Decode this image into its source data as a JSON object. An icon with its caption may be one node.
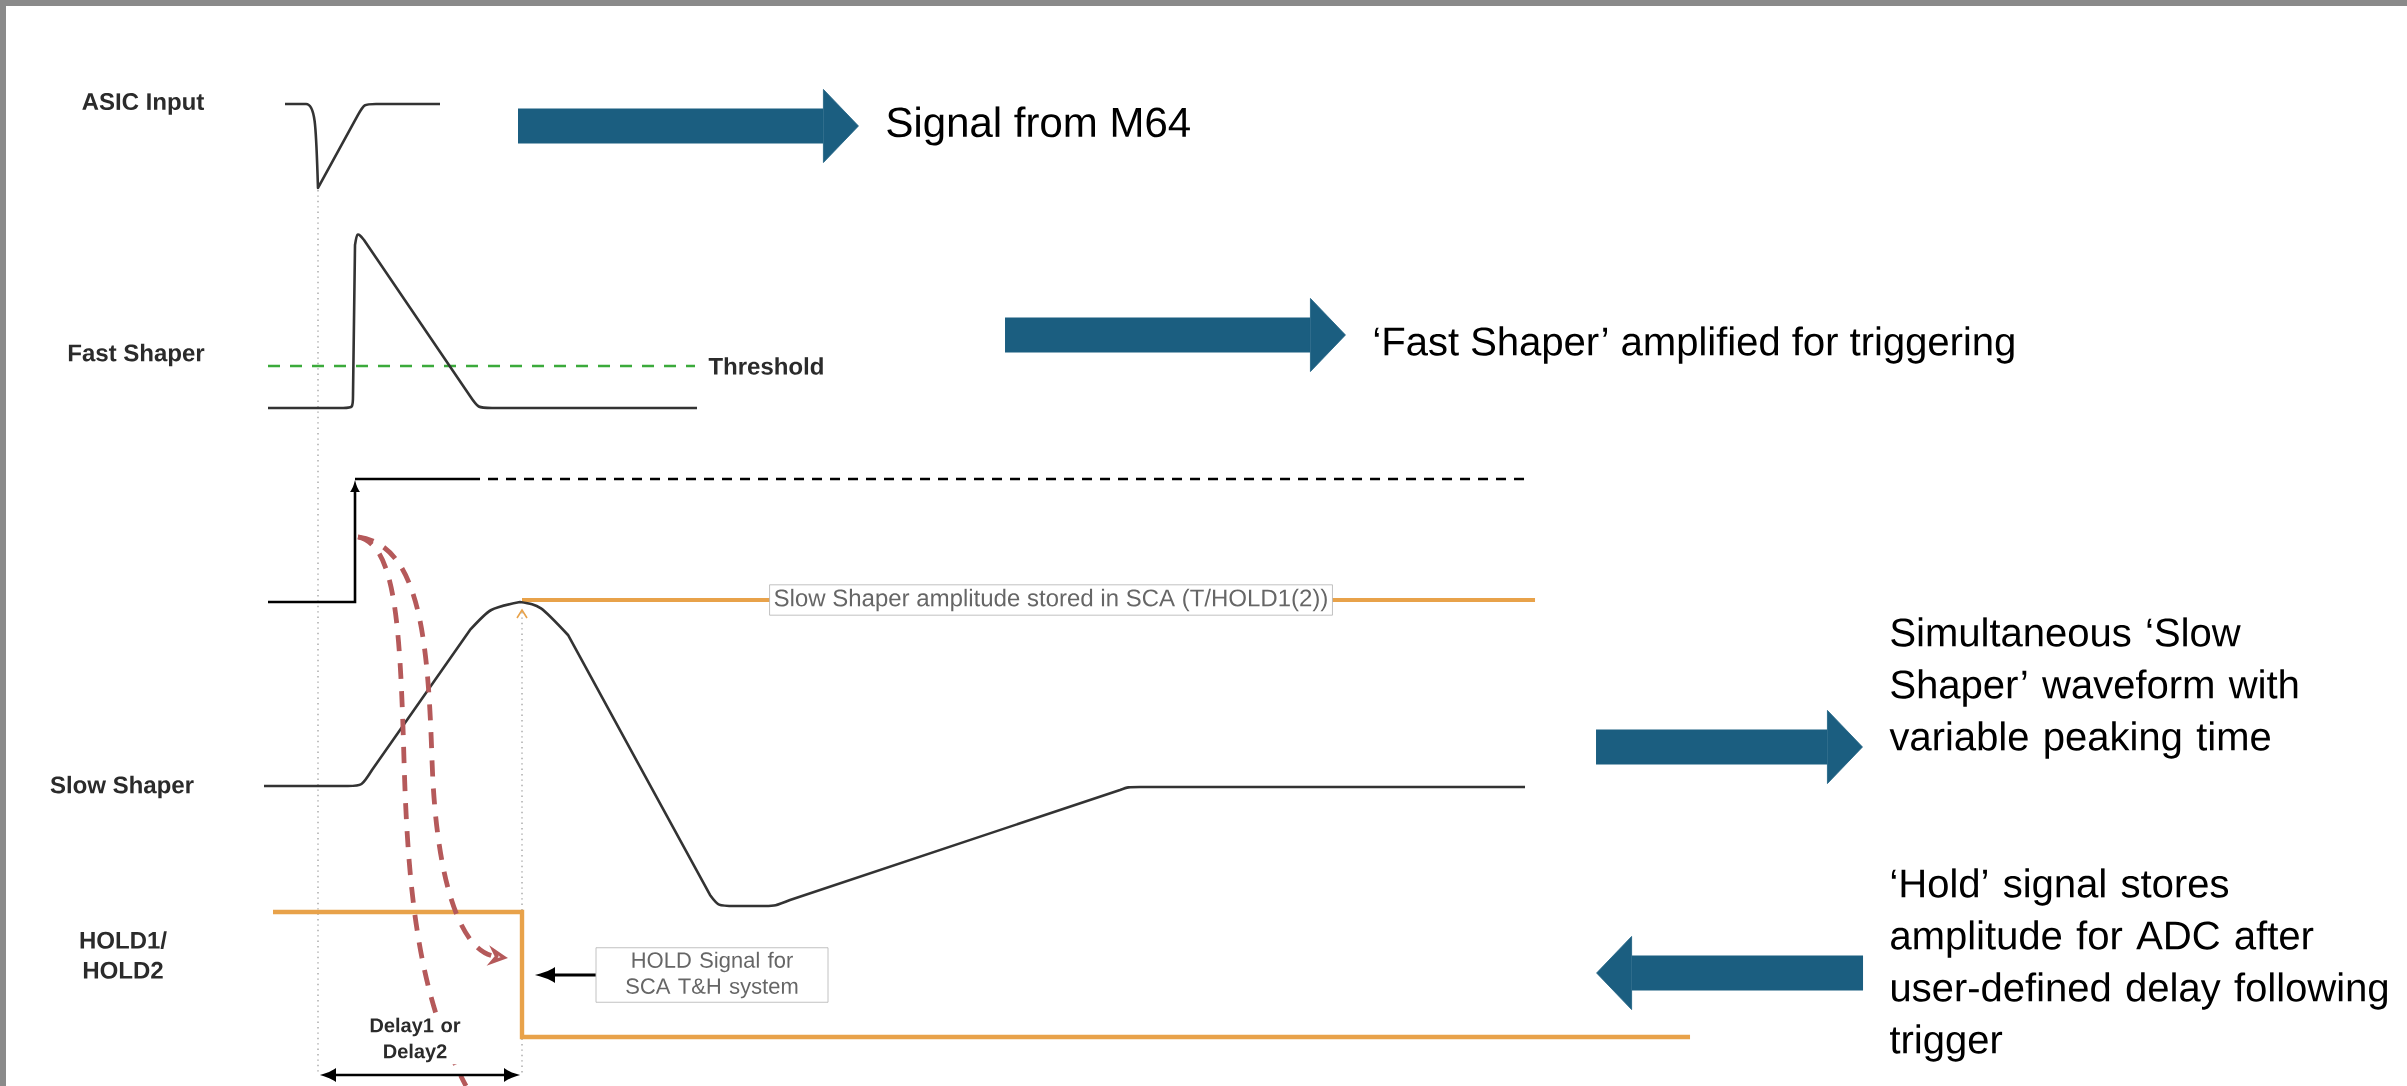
{
  "diagram": {
    "nodes": [
      {
        "text": [
          "Signal from M64"
        ]
      },
      {
        "text": [
          "‘Fast Shaper’ amplified for triggering"
        ]
      },
      {
        "text": [
          "Simultaneous ‘Slow Shaper’ waveform with variable peaking time"
        ]
      },
      {
        "text": [
          "‘Hold’ signal stores amplitude for ADC after user-defined delay following trigger"
        ]
      },
      {
        "text": [
          "Slow Shaper amplitude stored in SCA (T/HOLD1(2))"
        ]
      },
      {
        "text": [
          "HOLD Signal for SCA T&H system"
        ]
      }
    ],
    "edges": [
      {
        "from": null,
        "to": 0,
        "arrow": "to"
      },
      {
        "from": null,
        "to": 1,
        "arrow": "to"
      },
      {
        "from": null,
        "to": 2,
        "arrow": "to"
      },
      {
        "from": 3,
        "to": null,
        "arrow": "to"
      },
      {
        "from": 5,
        "to": null,
        "arrow": "to",
        "color": "#000000"
      }
    ],
    "labels": [
      "ASIC Input",
      "Fast Shaper",
      "Threshold",
      "Slow Shaper",
      "HOLD1/ HOLD2",
      "Delay1 or Delay2"
    ]
  }
}
